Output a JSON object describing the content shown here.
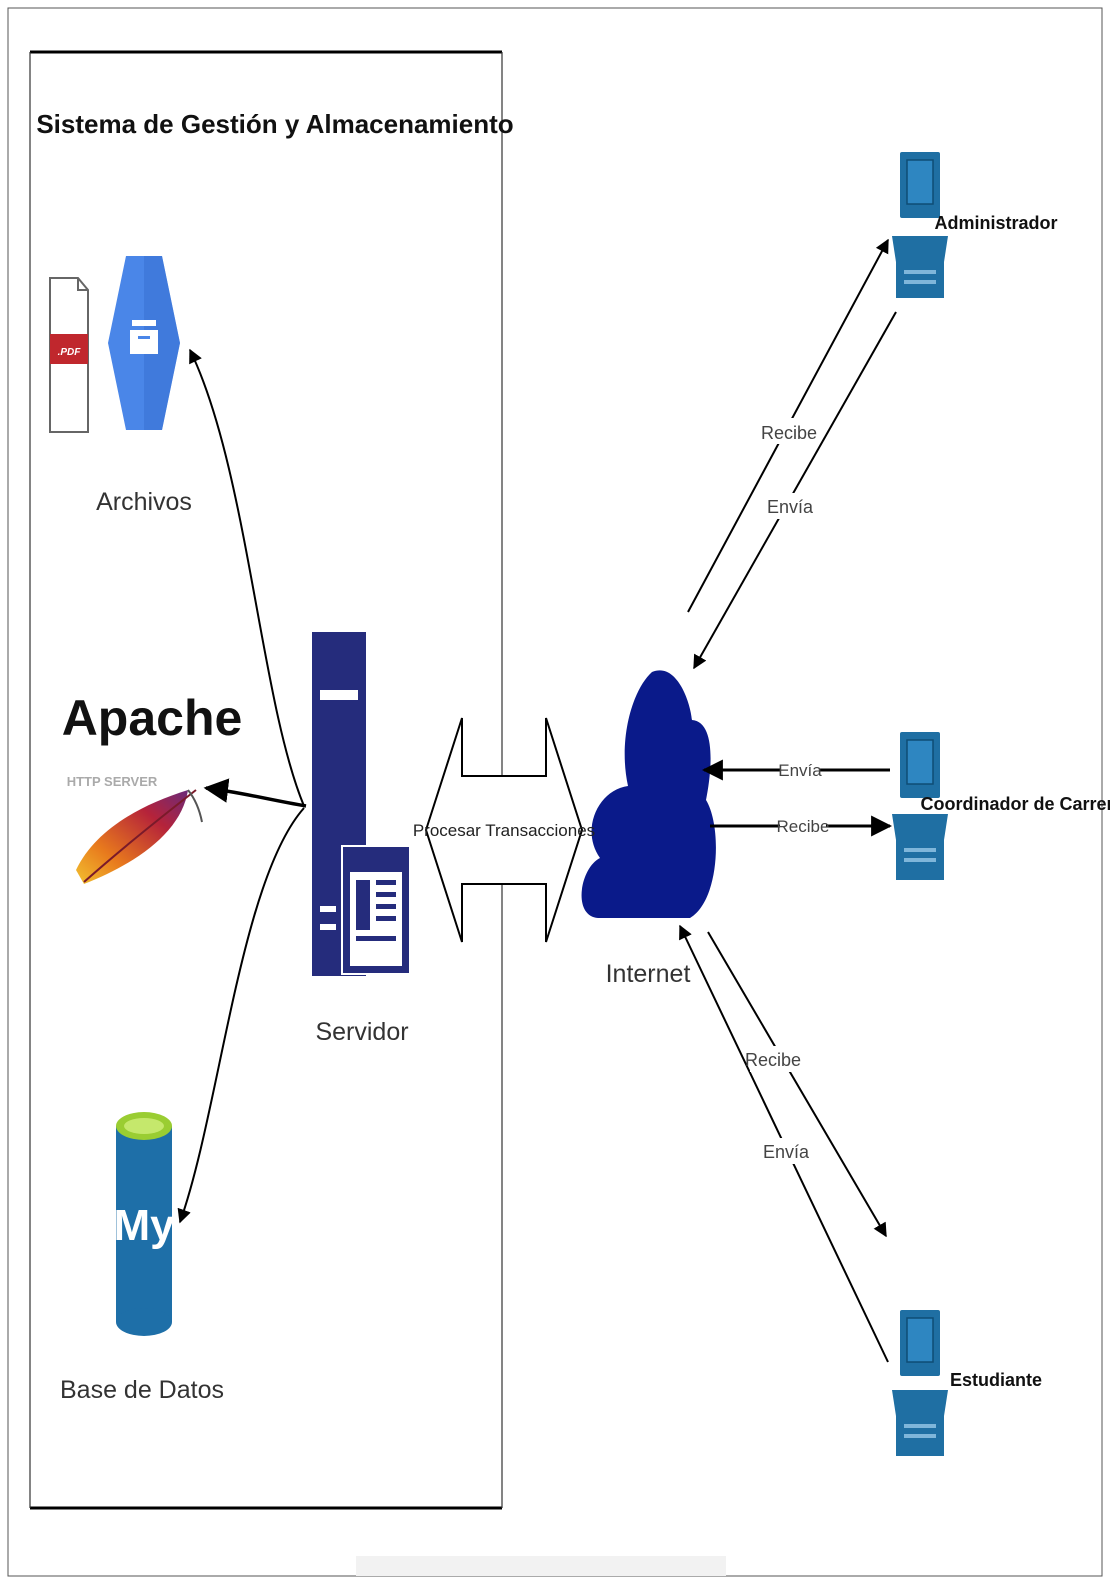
{
  "diagram": {
    "system_title": "Sistema de Gestión y Almacenamiento",
    "nodes": {
      "archivos": {
        "label": "Archivos",
        "file_badge": ".PDF",
        "icon": "file-storage-icon"
      },
      "apache": {
        "label": "Apache",
        "sublabel": "HTTP SERVER",
        "icon": "apache-feather-icon"
      },
      "base_datos": {
        "label": "Base de Datos",
        "icon": "mysql-database-icon",
        "badge": "My"
      },
      "servidor": {
        "label": "Servidor",
        "icon": "server-icon"
      },
      "internet": {
        "label": "Internet",
        "icon": "cloud-icon"
      },
      "administrador": {
        "label": "Administrador",
        "icon": "computer-icon"
      },
      "coordinador": {
        "label": "Coordinador de Carrera",
        "icon": "computer-icon"
      },
      "estudiante": {
        "label": "Estudiante",
        "icon": "computer-icon"
      }
    },
    "edges": {
      "process": "Procesar Transacciones",
      "admin_recibe": "Recibe",
      "admin_envia": "Envía",
      "coord_envia": "Envía",
      "coord_recibe": "Recibe",
      "est_recibe": "Recibe",
      "est_envia": "Envía"
    },
    "colors": {
      "server": "#252c7c",
      "cloud": "#0a1a8a",
      "computer": "#1f6fa3",
      "storage": "#4a86e8",
      "pdf_red": "#c0272d",
      "db_blue": "#1e6fa8",
      "db_green": "#9acd32",
      "apache_red": "#b5233a",
      "apache_orange": "#e87a1d"
    }
  }
}
